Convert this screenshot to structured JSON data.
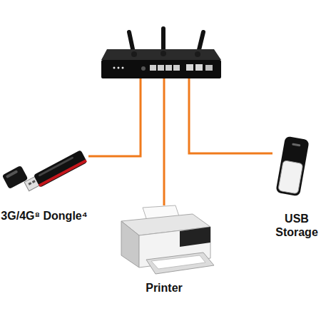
{
  "diagram": {
    "nodes": [
      {
        "text": []
      },
      {
        "text": [
          "3G/4G⁸ Dongle⁴"
        ]
      },
      {
        "text": [
          "Printer"
        ]
      },
      {
        "text": [
          "USB Storage"
        ]
      }
    ],
    "edges": [
      {
        "from": 0,
        "to": 1,
        "arrow": "none"
      },
      {
        "from": 0,
        "to": 2,
        "arrow": "none"
      },
      {
        "from": 0,
        "to": 3,
        "arrow": "none"
      }
    ]
  }
}
